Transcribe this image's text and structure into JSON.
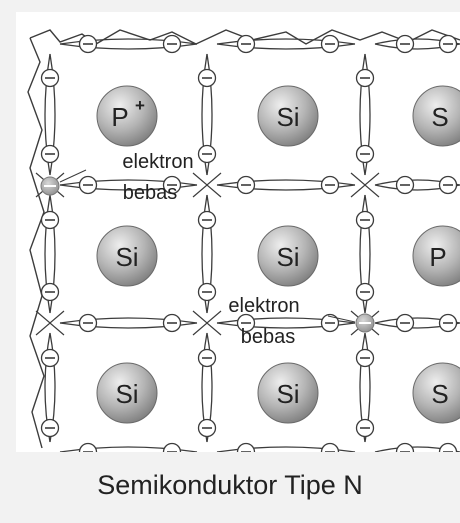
{
  "atoms": [
    {
      "label": "P",
      "charge": "+"
    },
    {
      "label": "Si"
    },
    {
      "label": "S"
    },
    {
      "label": "Si"
    },
    {
      "label": "Si"
    },
    {
      "label": "P"
    },
    {
      "label": "Si"
    },
    {
      "label": "Si"
    },
    {
      "label": "S"
    }
  ],
  "annotations": {
    "free_electron_1": {
      "line1": "elektron",
      "line2": "bebas"
    },
    "free_electron_2": {
      "line1": "elektron",
      "line2": "bebas"
    }
  },
  "caption": "Semikonduktor Tipe N",
  "colors": {
    "background": "#f2f2f2",
    "panel": "#ffffff",
    "bond": "#3c3c3c",
    "atom_light": "#e6e6e6",
    "atom_dark": "#8a8a8a",
    "free_electron": "#a8a8a8"
  }
}
